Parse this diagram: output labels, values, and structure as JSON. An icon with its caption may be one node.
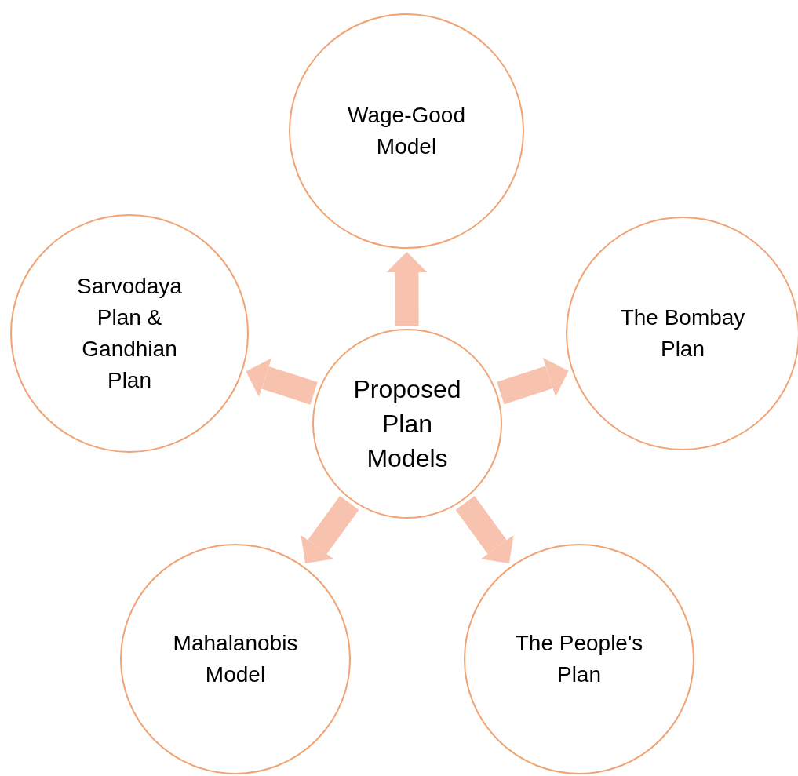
{
  "diagram": {
    "nodes": [
      {
        "text": [
          "Wage-Good Model"
        ]
      },
      {
        "text": [
          "Sarvodaya Plan & Gandhian Plan"
        ]
      },
      {
        "text": [
          "The Bombay Plan"
        ]
      },
      {
        "text": [
          "Proposed Plan Models"
        ]
      },
      {
        "text": [
          "Mahalanobis Model"
        ]
      },
      {
        "text": [
          "The People's Plan"
        ]
      }
    ],
    "edges": [
      {
        "from": 3,
        "to": 0,
        "arrow": "to"
      },
      {
        "from": 3,
        "to": 2,
        "arrow": "to"
      },
      {
        "from": 3,
        "to": 5,
        "arrow": "to"
      },
      {
        "from": 3,
        "to": 4,
        "arrow": "to"
      },
      {
        "from": 3,
        "to": 1,
        "arrow": "to"
      }
    ]
  }
}
